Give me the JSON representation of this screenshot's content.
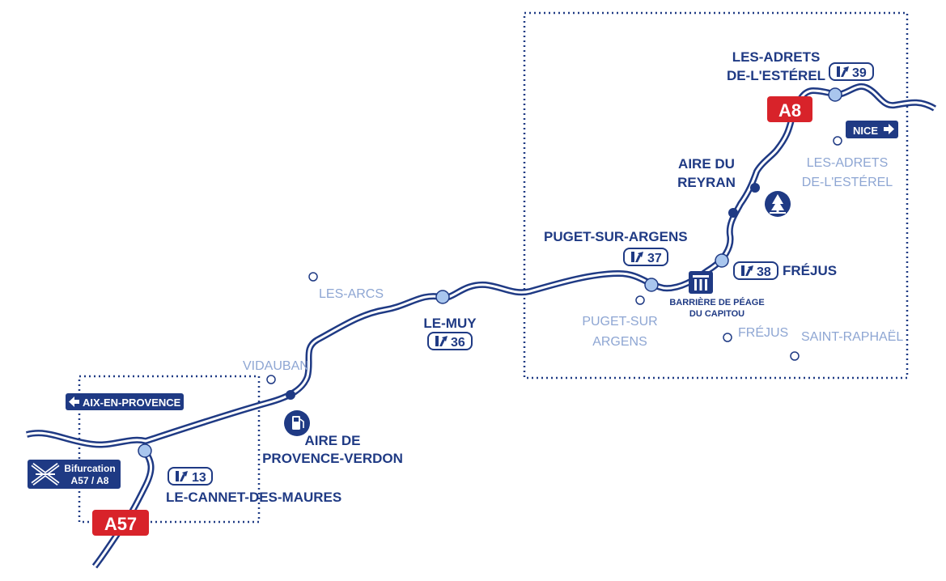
{
  "colors": {
    "road": "#1f3a84",
    "node_fill": "#a9c6ee",
    "town_light": "#8ea6d3",
    "highway_red": "#d8232a",
    "frame": "#1f3a84"
  },
  "highways": {
    "a8": "A8",
    "a57": "A57"
  },
  "directions": {
    "aix": "AIX-EN-PROVENCE",
    "nice": "NICE",
    "aix_arrow_icon": "arrow-left-icon",
    "nice_arrow_icon": "arrow-right-icon"
  },
  "bifurcation": {
    "line1": "Bifurcation",
    "line2": "A57 / A8",
    "icon": "interchange-icon"
  },
  "exits": {
    "e13": {
      "number": "13",
      "name": "LE-CANNET-DES-MAURES"
    },
    "e36": {
      "number": "36",
      "name": "LE-MUY"
    },
    "e37": {
      "number": "37",
      "name": "PUGET-SUR-ARGENS"
    },
    "e38": {
      "number": "38",
      "name": "FRÉJUS"
    },
    "e39": {
      "number": "39",
      "name_line1": "LES-ADRETS",
      "name_line2": "DE-L'ESTÉREL"
    }
  },
  "rest_areas": {
    "provence": {
      "line1": "AIRE DE",
      "line2": "PROVENCE-VERDON",
      "icon": "fuel-icon"
    },
    "reyran": {
      "line1": "AIRE DU",
      "line2": "REYRAN",
      "icon": "picnic-tree-icon"
    }
  },
  "toll": {
    "line1": "BARRIÈRE DE PÉAGE",
    "line2": "DU CAPITOU",
    "icon": "toll-booth-icon"
  },
  "towns": {
    "les_arcs": "LES-ARCS",
    "vidauban": "VIDAUBAN",
    "puget_line1": "PUGET-SUR",
    "puget_line2": "ARGENS",
    "frejus": "FRÉJUS",
    "saint_raphael": "SAINT-RAPHAËL",
    "adrets_line1": "LES-ADRETS",
    "adrets_line2": "DE-L'ESTÉREL"
  }
}
